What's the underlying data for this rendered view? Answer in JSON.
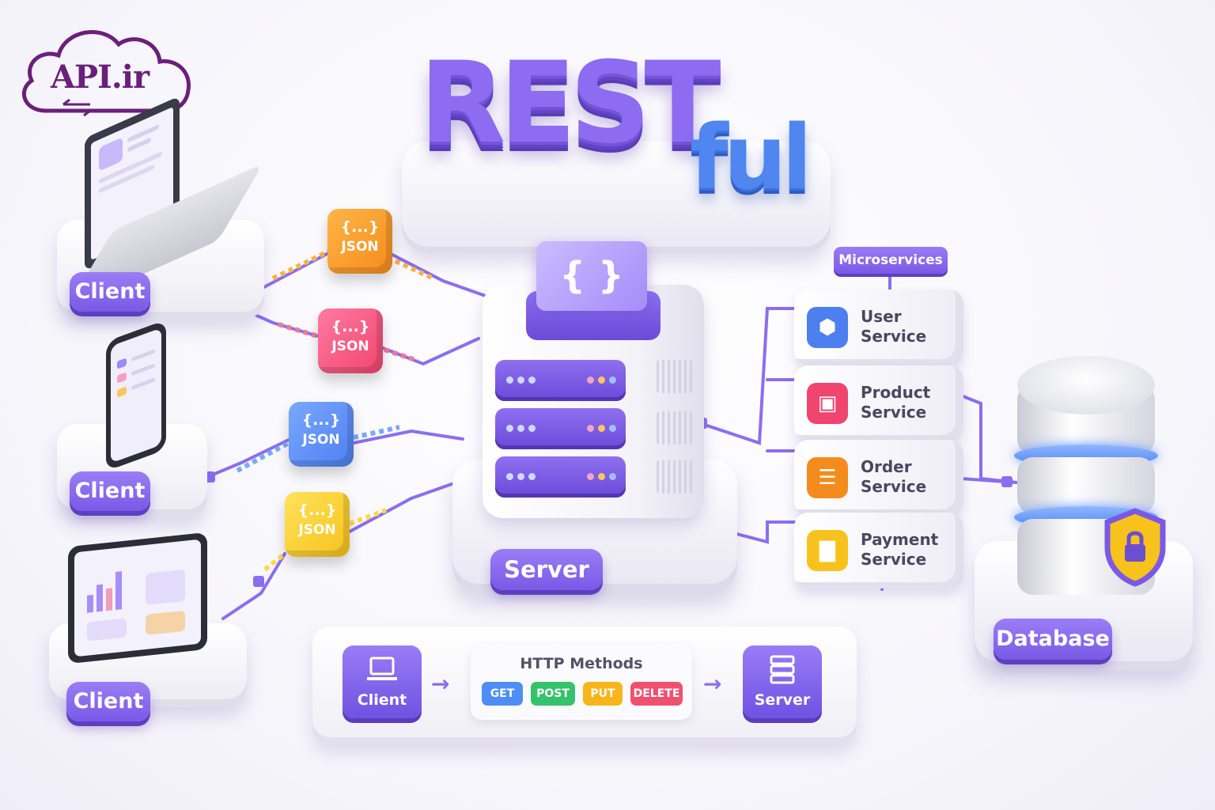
{
  "logo": {
    "text": "API.ir"
  },
  "title": {
    "main": "REST",
    "suffix": "ful"
  },
  "json_label": "JSON",
  "json_braces": "{...}",
  "clients": [
    {
      "label": "Client",
      "device": "laptop-icon"
    },
    {
      "label": "Client",
      "device": "phone-icon"
    },
    {
      "label": "Client",
      "device": "tablet-icon"
    }
  ],
  "server": {
    "label": "Server",
    "glyph": "{ }"
  },
  "microservices": {
    "tag": "Microservices",
    "items": [
      {
        "label": "User Service",
        "icon": "cube-icon",
        "color": "#4e7ff0"
      },
      {
        "label": "Product Service",
        "icon": "shopping-bag-icon",
        "color": "#f0456f"
      },
      {
        "label": "Order Service",
        "icon": "document-icon",
        "color": "#f58b1c"
      },
      {
        "label": "Payment Service",
        "icon": "bar-chart-icon",
        "color": "#f7c21b"
      }
    ]
  },
  "database": {
    "label": "Database",
    "badge": "lock-shield-icon"
  },
  "legend": {
    "client_label": "Client",
    "methods_title": "HTTP Methods",
    "methods": [
      {
        "label": "GET",
        "color": "#4e8df5"
      },
      {
        "label": "POST",
        "color": "#34c26a"
      },
      {
        "label": "PUT",
        "color": "#f7b51b"
      },
      {
        "label": "DELETE",
        "color": "#f0506f"
      }
    ],
    "server_label": "Server"
  },
  "colors": {
    "accent": "#7a59e6",
    "blue": "#4f86f0"
  }
}
